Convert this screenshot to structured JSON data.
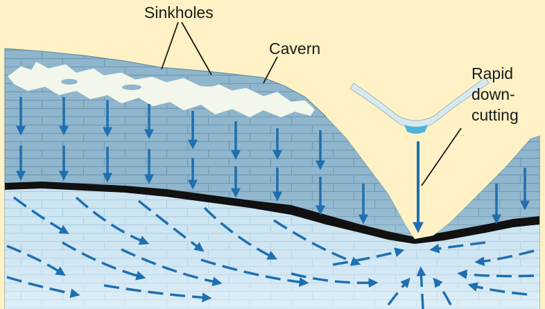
{
  "labels": {
    "sinkholes": "Sinkholes",
    "cavern": "Cavern",
    "rapid_line1": "Rapid",
    "rapid_line2": "down-",
    "rapid_line3": "cutting"
  },
  "colors": {
    "background": "#fdf1c5",
    "limestone": "#8fb6cc",
    "limestone_lines": "#6f99b3",
    "groundwater": "#cfe6f2",
    "groundwater_deep": "#b9d9ec",
    "shale_layer": "#111111",
    "arrow": "#1f6fb0",
    "cavern_fill": "#f3f6ea",
    "stream": "#4fb2dc"
  }
}
